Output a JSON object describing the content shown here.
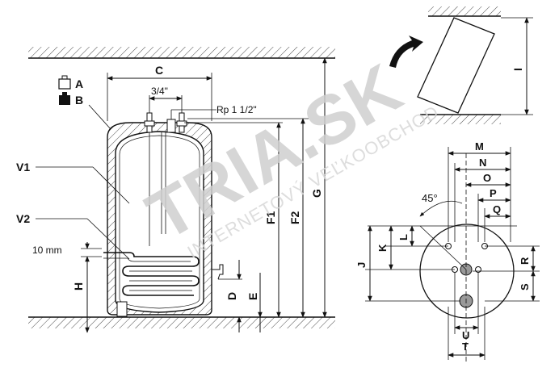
{
  "labels": {
    "C": "C",
    "thread_small": "3/4\"",
    "thread_large": "Rp 1 1/2\"",
    "A": "A",
    "B": "B",
    "V1": "V1",
    "V2": "V2",
    "gap": "10 mm",
    "H": "H",
    "D": "D",
    "E": "E",
    "F1": "F1",
    "F2": "F2",
    "G": "G",
    "I": "I",
    "M": "M",
    "N": "N",
    "O": "O",
    "P": "P",
    "Q": "Q",
    "angle": "45°",
    "L": "L",
    "K": "K",
    "J": "J",
    "R": "R",
    "S": "S",
    "U": "U",
    "T": "T"
  },
  "watermark": {
    "main": "TRIA.SK",
    "sub": "INTERNETOVÝ VEĽKOOBCHOD"
  }
}
